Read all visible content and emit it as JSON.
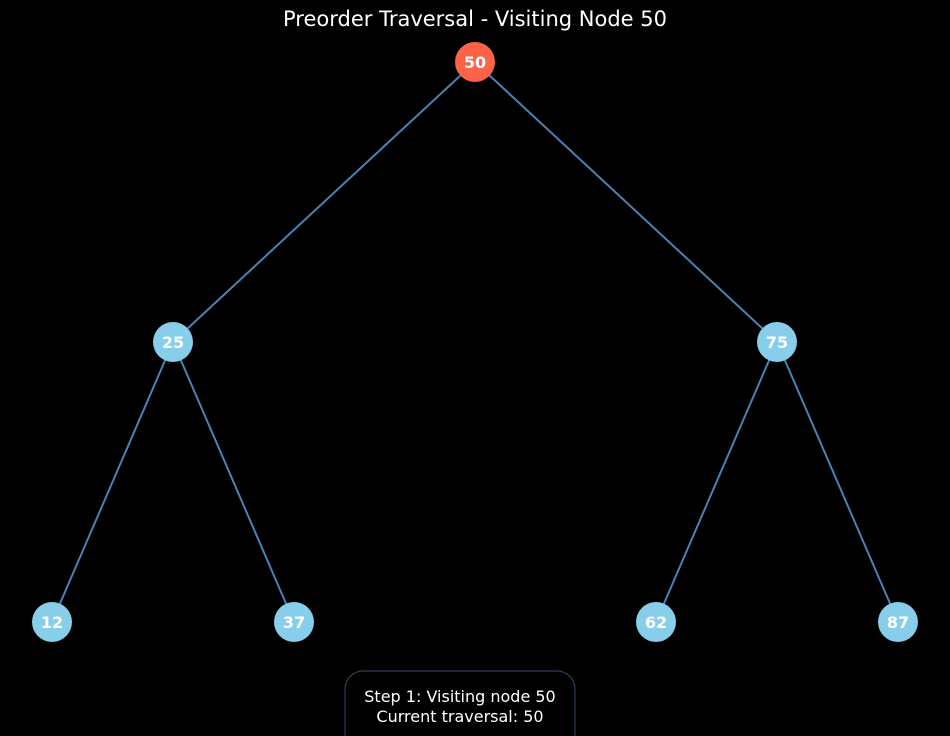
{
  "title": "Preorder Traversal - Visiting Node 50",
  "colors": {
    "background": "#000000",
    "edge": "#4a82b4",
    "node_default": "#87ceeb",
    "node_active": "#ff6347",
    "label": "#ffffff",
    "status_border": "#2c3e55"
  },
  "tree": {
    "active": "50",
    "nodes": [
      {
        "id": "50",
        "label": "50",
        "level": 0
      },
      {
        "id": "25",
        "label": "25",
        "level": 1
      },
      {
        "id": "75",
        "label": "75",
        "level": 1
      },
      {
        "id": "12",
        "label": "12",
        "level": 2
      },
      {
        "id": "37",
        "label": "37",
        "level": 2
      },
      {
        "id": "62",
        "label": "62",
        "level": 2
      },
      {
        "id": "87",
        "label": "87",
        "level": 2
      }
    ],
    "edges": [
      {
        "from": "50",
        "to": "25"
      },
      {
        "from": "50",
        "to": "75"
      },
      {
        "from": "25",
        "to": "12"
      },
      {
        "from": "25",
        "to": "37"
      },
      {
        "from": "75",
        "to": "62"
      },
      {
        "from": "75",
        "to": "87"
      }
    ]
  },
  "status": {
    "step_line": "Step 1: Visiting node 50",
    "traversal_line": "Current traversal: 50"
  }
}
